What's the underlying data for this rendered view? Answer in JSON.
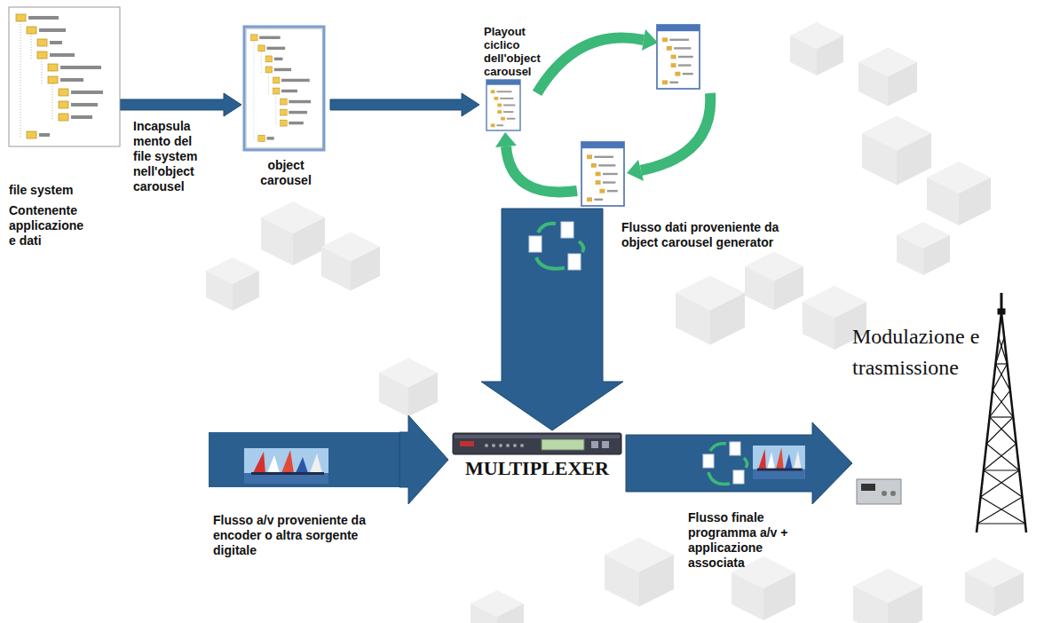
{
  "diagram": {
    "nodes": [
      {
        "text": [
          "file system",
          "Contenente applicazione e dati"
        ]
      },
      {
        "text": [
          "object carousel"
        ]
      },
      {
        "text": [
          "Playout ciclico dell'object carousel"
        ]
      },
      {
        "text": [
          "Flusso a/v proveniente da encoder o altra sorgente digitale"
        ]
      },
      {
        "text": [
          "MULTIPLEXER"
        ]
      },
      {
        "text": [
          "Modulazione e trasmissione"
        ]
      }
    ],
    "edges": [
      {
        "from": 0,
        "to": 1,
        "arrow": "to",
        "label": "Incapsula mento del file system nell'object carousel"
      },
      {
        "from": 1,
        "to": 2,
        "arrow": "to"
      },
      {
        "from": 2,
        "to": 4,
        "arrow": "to",
        "label": "Flusso dati proveniente da object carousel generator"
      },
      {
        "from": 3,
        "to": 4,
        "arrow": "to"
      },
      {
        "from": 4,
        "to": 5,
        "arrow": "to",
        "label": "Flusso finale programma a/v + applicazione associata"
      }
    ]
  }
}
